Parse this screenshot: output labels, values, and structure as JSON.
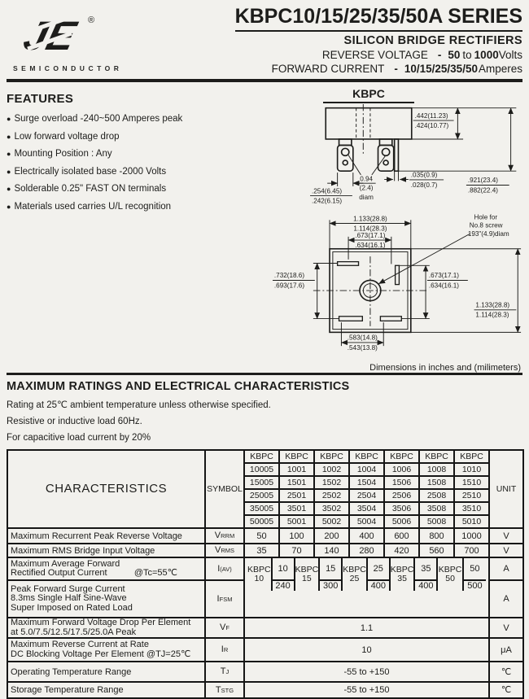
{
  "colors": {
    "ink": "#1d1d1b",
    "paper": "#f2f1ed"
  },
  "logo": {
    "mark": "JE",
    "registered": "®",
    "wordmark": "SEMICONDUCTOR"
  },
  "header": {
    "title": "KBPC10/15/25/35/50A SERIES",
    "subtitle": "SILICON  BRIDGE  RECTIFIERS",
    "reverse_voltage": {
      "label": "REVERSE VOLTAGE",
      "dash": "-",
      "v1": "50",
      "mid": "to",
      "v2": "1000",
      "unit": "Volts"
    },
    "forward_current": {
      "label": "FORWARD CURRENT",
      "dash": "-",
      "bold": "10/15/25/35/50",
      "unit": "Amperes"
    }
  },
  "features": {
    "heading": "FEATURES",
    "bullet": "●",
    "items": [
      "Surge overload -240~500 Amperes peak",
      "Low forward voltage drop",
      "Mounting  Position : Any",
      "Electrically  isolated  base -2000 Volts",
      "Solderable 0.25\" FAST ON terminals",
      "Materials used carries U/L recognition"
    ]
  },
  "package": {
    "name": "KBPC"
  },
  "side_view": {
    "body_h_in": ".442(11.23)",
    "body_h_mm": ".424(10.77)",
    "total_h_in": ".921(23.4)",
    "total_h_mm": ".882(22.4)",
    "hole_v1": "0.94",
    "hole_v2": "(2.4)",
    "hole_label": "diam",
    "tab_w_in": ".254(6.45)",
    "tab_w_mm": ".242(6.15)",
    "thk_in": ".035(0.9)",
    "thk_mm": ".028(0.7)"
  },
  "top_view": {
    "w_in": "1.133(28.8)",
    "w_mm": "1.114(28.3)",
    "slot_w_in": ".673(17.1)",
    "slot_w_mm": ".634(16.1)",
    "left_in": ".732(18.6)",
    "left_mm": ".693(17.6)",
    "right_in": ".673(17.1)",
    "right_mm": ".634(16.1)",
    "right2_in": "1.133(28.8)",
    "right2_mm": "1.114(28.3)",
    "bot_in": ".583(14.8)",
    "bot_mm": ".543(13.8)",
    "note1": "Hole for",
    "note2": "No.8 screw",
    "note3": "193\"(4.9)diam",
    "caption": "Dimensions in inches and (milimeters)"
  },
  "ratings": {
    "heading": "MAXIMUM RATINGS AND ELECTRICAL CHARACTERISTICS",
    "notes": [
      "Rating at 25℃ ambient temperature unless otherwise specified.",
      "Resistive or inductive load 60Hz.",
      "For capacitive load  current by 20%"
    ]
  },
  "table": {
    "characteristics_header": "CHARACTERISTICS",
    "symbol_header": "SYMBOL",
    "unit_header": "UNIT",
    "parts": [
      [
        "KBPC",
        "KBPC",
        "KBPC",
        "KBPC",
        "KBPC",
        "KBPC",
        "KBPC"
      ],
      [
        "10005",
        "1001",
        "1002",
        "1004",
        "1006",
        "1008",
        "1010"
      ],
      [
        "15005",
        "1501",
        "1502",
        "1504",
        "1506",
        "1508",
        "1510"
      ],
      [
        "25005",
        "2501",
        "2502",
        "2504",
        "2506",
        "2508",
        "2510"
      ],
      [
        "35005",
        "3501",
        "3502",
        "3504",
        "3506",
        "3508",
        "3510"
      ],
      [
        "50005",
        "5001",
        "5002",
        "5004",
        "5006",
        "5008",
        "5010"
      ]
    ],
    "rows": {
      "vrrm": {
        "label": "Maximum Recurrent Peak Reverse Voltage",
        "sym": "V",
        "sub": "RRM",
        "values": [
          "50",
          "100",
          "200",
          "400",
          "600",
          "800",
          "1000"
        ],
        "unit": "V"
      },
      "vrms": {
        "label": "Maximum RMS Bridge Input  Voltage",
        "sym": "V",
        "sub": "RMS",
        "values": [
          "35",
          "70",
          "140",
          "280",
          "420",
          "560",
          "700"
        ],
        "unit": "V"
      },
      "iav": {
        "label1": "Maximum Average Forward",
        "label2": "Rectified Output Current",
        "cond": "@Tc=55℃",
        "sym": "I",
        "sub": "(AV)",
        "unit": "A"
      },
      "ifsm": {
        "label1": "Peak Forward Surge Current",
        "label2": "8.3ms Single Half Sine-Wave",
        "label3": "Super Imposed on Rated Load",
        "sym": "I",
        "sub": "FSM",
        "unit": "A"
      },
      "families": [
        {
          "name": "KBPC",
          "size": "10",
          "iav": "10",
          "ifsm": "240"
        },
        {
          "name": "KBPC",
          "size": "15",
          "iav": "15",
          "ifsm": "300"
        },
        {
          "name": "KBPC",
          "size": "25",
          "iav": "25",
          "ifsm": "400"
        },
        {
          "name": "KBPC",
          "size": "35",
          "iav": "35",
          "ifsm": "400"
        },
        {
          "name": "KBPC",
          "size": "50",
          "iav": "50",
          "ifsm": "500"
        }
      ],
      "vf": {
        "label1": "Maximum Forward  Voltage Drop Per Element",
        "label2": "at 5.0/7.5/12.5/17.5/25.0A  Peak",
        "sym": "V",
        "sub": "F",
        "value": "1.1",
        "unit": "V"
      },
      "ir": {
        "label1": "Maximum  Reverse Current at Rate",
        "label2": "DC Blocking Voltage  Per Element  @TJ=25℃",
        "sym": "I",
        "sub": "R",
        "value": "10",
        "unit": "μA"
      },
      "tj": {
        "label": "Operating Temperature Range",
        "sym": "T",
        "sub": "J",
        "value": "-55 to +150",
        "unit": "℃"
      },
      "tstg": {
        "label": "Storage Temperature Range",
        "sym": "T",
        "sub": "STG",
        "value": "-55 to +150",
        "unit": "℃"
      }
    }
  }
}
